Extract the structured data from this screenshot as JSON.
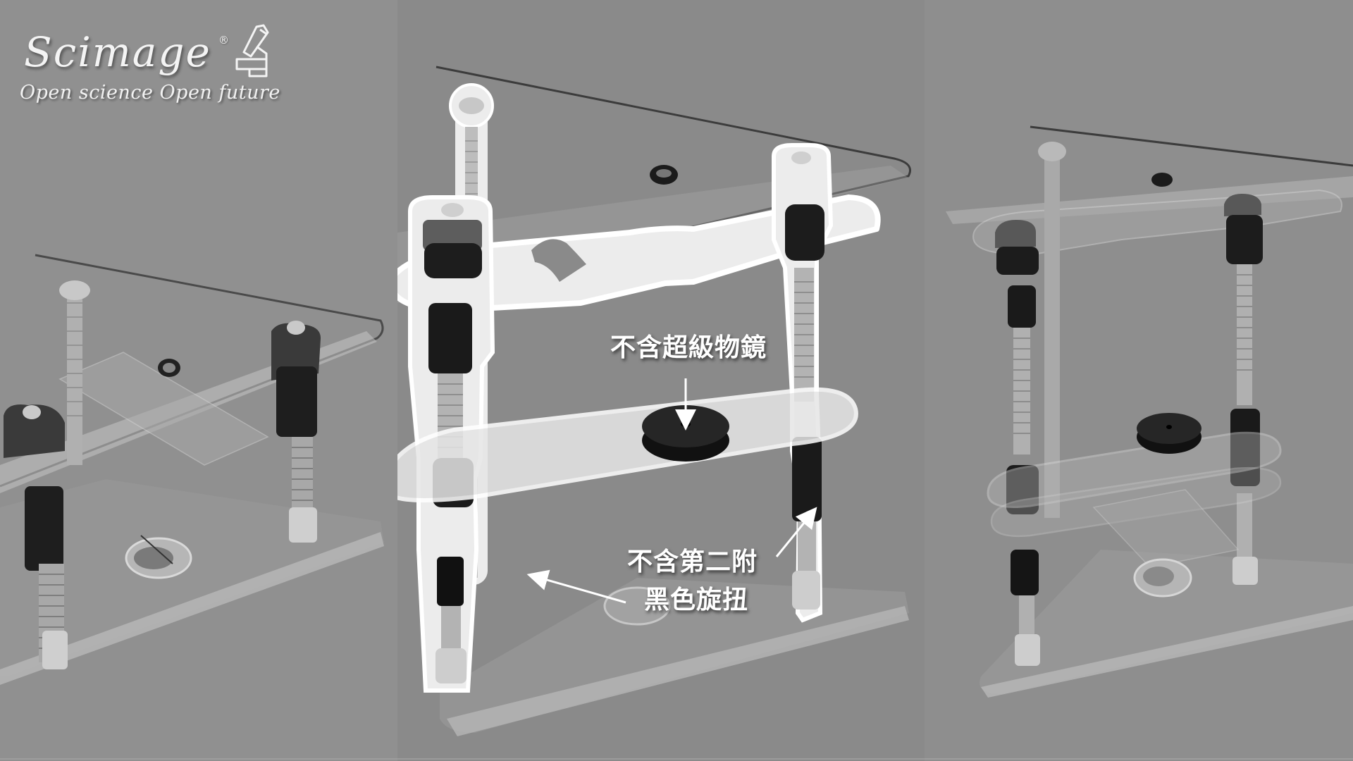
{
  "logo": {
    "brand": "Scimage",
    "registered_mark": "®",
    "tagline": "Open science Open future",
    "icon": "microscope-icon"
  },
  "panels": [
    {
      "id": "left",
      "description": "Acrylic microscope stand, angled view with glass slide and top plate"
    },
    {
      "id": "center",
      "description": "Acrylic microscope stand, front view with highlighted components"
    },
    {
      "id": "right",
      "description": "Acrylic microscope stand, alternate front view"
    }
  ],
  "annotations": {
    "no_super_objective": "不含超級物鏡",
    "no_second_attachment_line1": "不含第二附",
    "no_second_attachment_line2": "黑色旋扭"
  },
  "colors": {
    "background": "#8c8c8c",
    "text": "#ffffff",
    "highlight": "#ececec",
    "knob": "#1a1a1a"
  }
}
